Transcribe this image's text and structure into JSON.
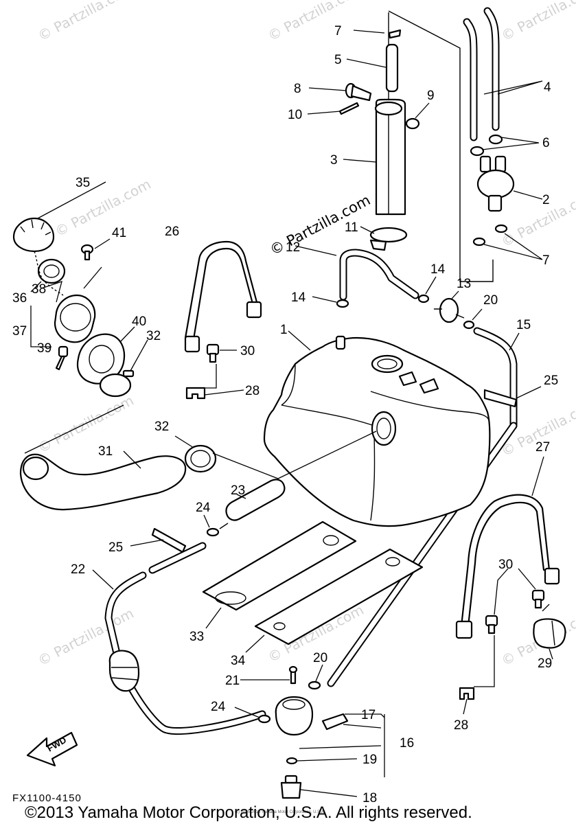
{
  "watermark": "© Partzilla.com",
  "diagram_code": "FX1100-4150",
  "fwd_label": "FWD",
  "small_notice": "(c) 2005-2016 Yamaha Motor Corporation, U.S.A.",
  "copyright": "©2013 Yamaha Motor Corporation, U.S.A. All rights reserved.",
  "callouts": {
    "c1": "1",
    "c2": "2",
    "c3": "3",
    "c4": "4",
    "c5": "5",
    "c6": "6",
    "c7a": "7",
    "c7b": "7",
    "c8": "8",
    "c9": "9",
    "c10": "10",
    "c11": "11",
    "c12": "12",
    "c13": "13",
    "c14a": "14",
    "c14b": "14",
    "c15": "15",
    "c16": "16",
    "c17": "17",
    "c18": "18",
    "c19": "19",
    "c20a": "20",
    "c20b": "20",
    "c21": "21",
    "c22": "22",
    "c23": "23",
    "c24a": "24",
    "c24b": "24",
    "c25a": "25",
    "c25b": "25",
    "c26": "26",
    "c27": "27",
    "c28a": "28",
    "c28b": "28",
    "c29": "29",
    "c30a": "30",
    "c30b": "30",
    "c31": "31",
    "c32a": "32",
    "c32b": "32",
    "c33": "33",
    "c34": "34",
    "c35": "35",
    "c36": "36",
    "c37": "37",
    "c38": "38",
    "c39": "39",
    "c40": "40",
    "c41": "41"
  }
}
